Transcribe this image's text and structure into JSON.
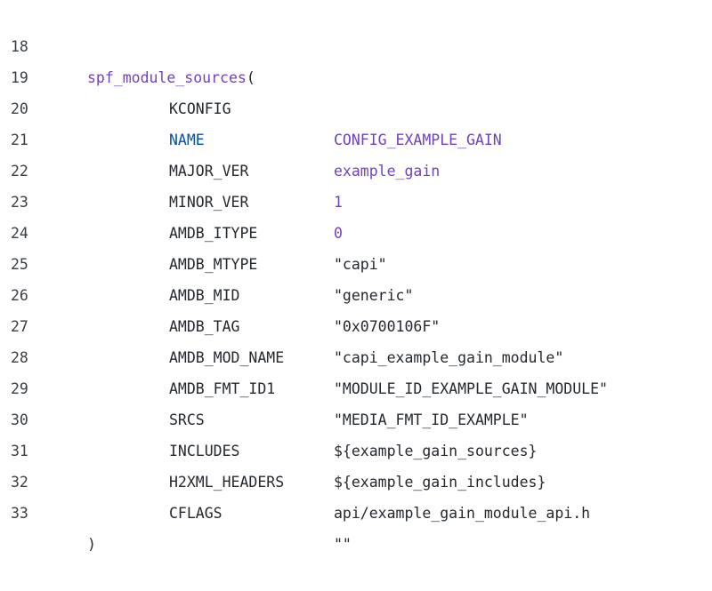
{
  "code": {
    "lines": [
      {
        "num": "18",
        "func": "spf_module_sources",
        "open": "("
      },
      {
        "num": "19",
        "key": "KCONFIG",
        "val": "CONFIG_EXAMPLE_GAIN"
      },
      {
        "num": "20",
        "key": "NAME",
        "val": "example_gain"
      },
      {
        "num": "21",
        "key": "MAJOR_VER",
        "val": "1"
      },
      {
        "num": "22",
        "key": "MINOR_VER",
        "val": "0"
      },
      {
        "num": "23",
        "key": "AMDB_ITYPE",
        "val": "\"capi\""
      },
      {
        "num": "24",
        "key": "AMDB_MTYPE",
        "val": "\"generic\""
      },
      {
        "num": "25",
        "key": "AMDB_MID",
        "val": "\"0x0700106F\""
      },
      {
        "num": "26",
        "key": "AMDB_TAG",
        "val": "\"capi_example_gain_module\""
      },
      {
        "num": "27",
        "key": "AMDB_MOD_NAME",
        "val": "\"MODULE_ID_EXAMPLE_GAIN_MODULE\""
      },
      {
        "num": "28",
        "key": "AMDB_FMT_ID1",
        "val": "\"MEDIA_FMT_ID_EXAMPLE\""
      },
      {
        "num": "29",
        "key": "SRCS",
        "val": "${example_gain_sources}"
      },
      {
        "num": "30",
        "key": "INCLUDES",
        "val": "${example_gain_includes}"
      },
      {
        "num": "31",
        "key": "H2XML_HEADERS",
        "val": "api/example_gain_module_api.h"
      },
      {
        "num": "32",
        "key": "CFLAGS",
        "val": "\"\""
      },
      {
        "num": "33",
        "close": ")"
      }
    ]
  },
  "colors": {
    "function": "#6f42c1",
    "keyword_blue": "#0550ae",
    "value_purple": "#6f42c1",
    "text": "#24292f"
  }
}
